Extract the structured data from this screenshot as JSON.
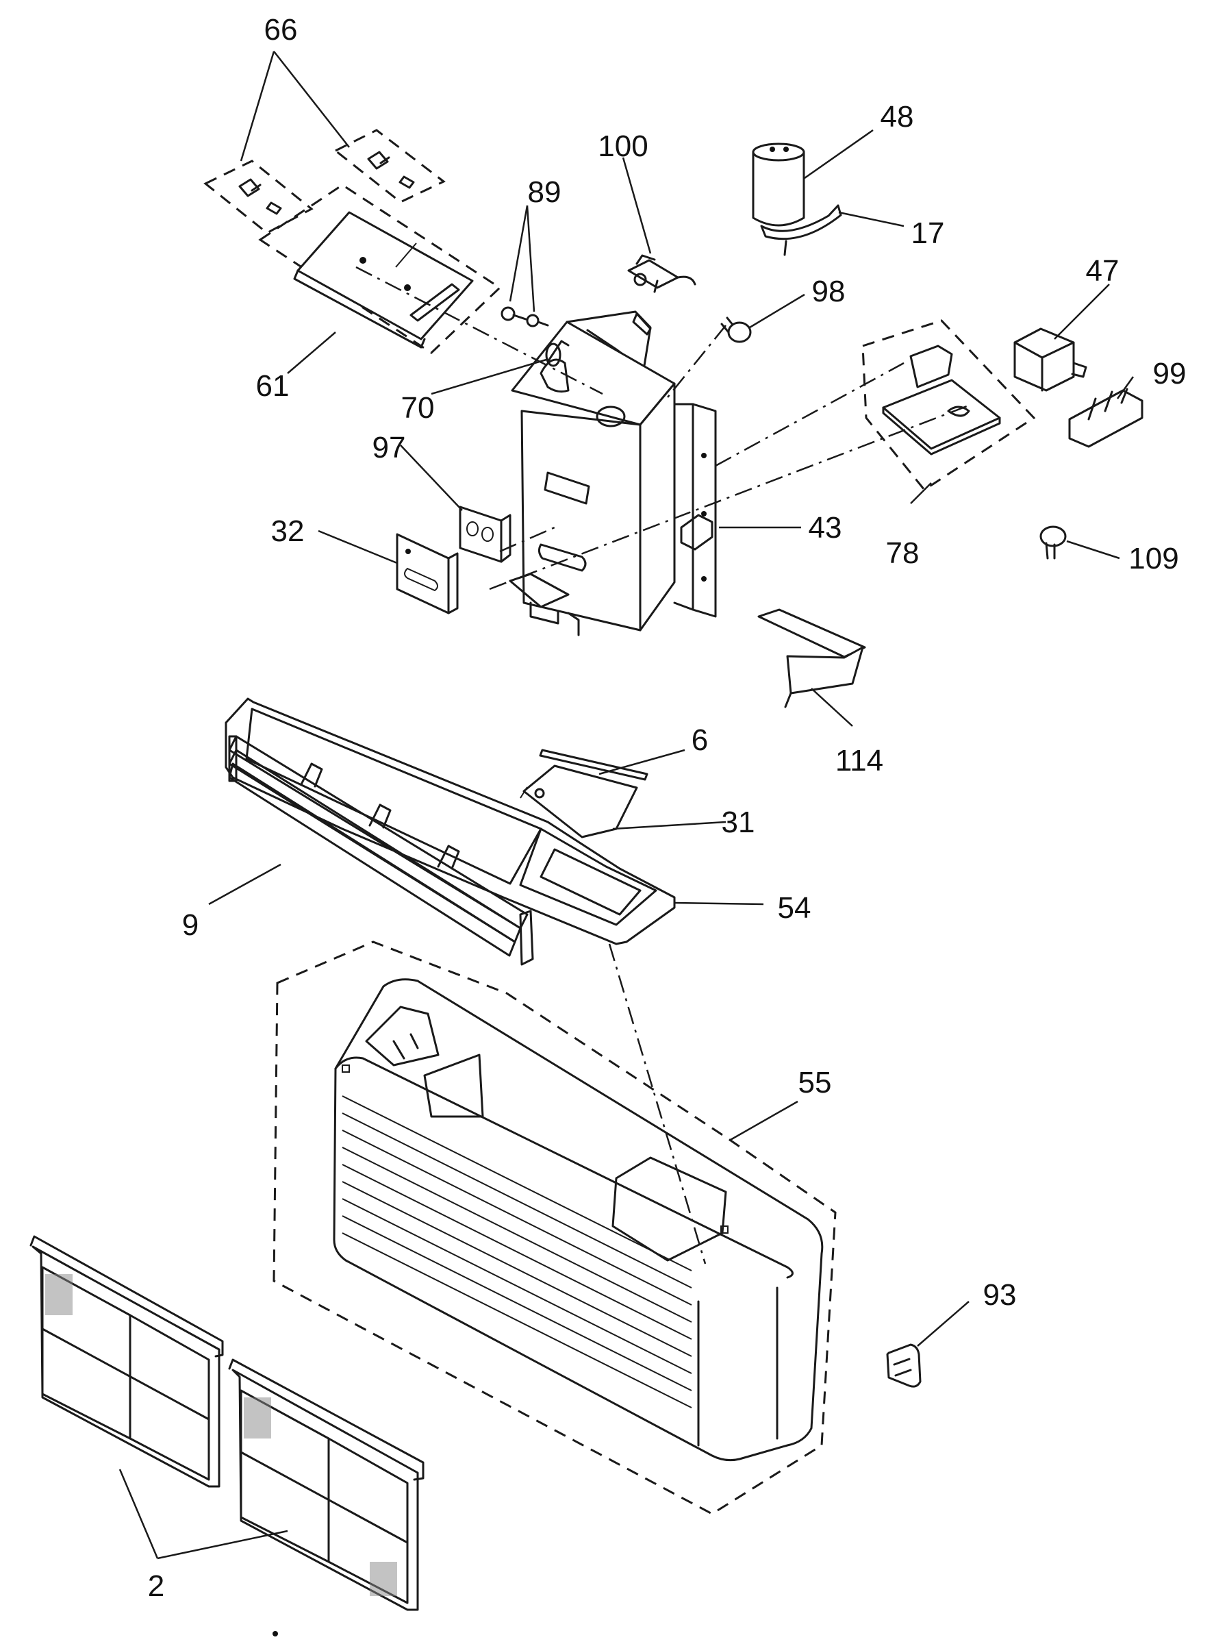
{
  "diagram": {
    "labels": [
      {
        "id": "p66",
        "text": "66"
      },
      {
        "id": "p48",
        "text": "48"
      },
      {
        "id": "p100",
        "text": "100"
      },
      {
        "id": "p89",
        "text": "89"
      },
      {
        "id": "p17",
        "text": "17"
      },
      {
        "id": "p98",
        "text": "98"
      },
      {
        "id": "p47",
        "text": "47"
      },
      {
        "id": "p99",
        "text": "99"
      },
      {
        "id": "p61",
        "text": "61"
      },
      {
        "id": "p70",
        "text": "70"
      },
      {
        "id": "p97",
        "text": "97"
      },
      {
        "id": "p32",
        "text": "32"
      },
      {
        "id": "p43",
        "text": "43"
      },
      {
        "id": "p78",
        "text": "78"
      },
      {
        "id": "p109",
        "text": "109"
      },
      {
        "id": "p114",
        "text": "114"
      },
      {
        "id": "p6",
        "text": "6"
      },
      {
        "id": "p31",
        "text": "31"
      },
      {
        "id": "p9",
        "text": "9"
      },
      {
        "id": "p54",
        "text": "54"
      },
      {
        "id": "p55",
        "text": "55"
      },
      {
        "id": "p93",
        "text": "93"
      },
      {
        "id": "p2",
        "text": "2"
      }
    ]
  }
}
